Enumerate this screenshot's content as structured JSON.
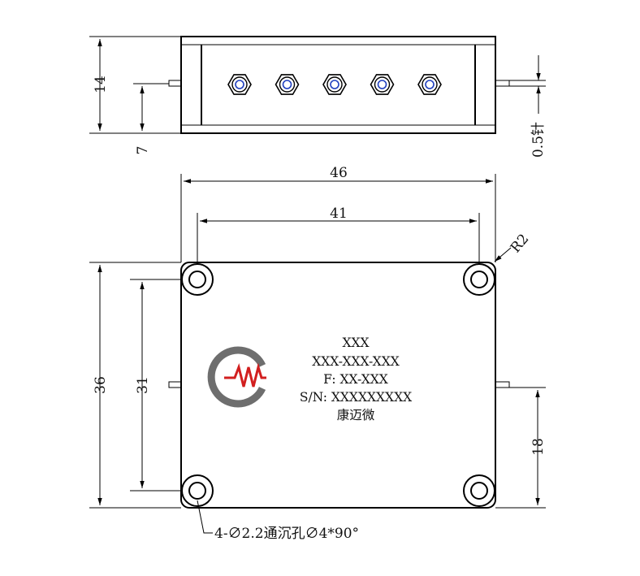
{
  "top_view": {
    "dims": {
      "height": "14",
      "pin_height": "7",
      "pin_dia": "0.5针"
    },
    "connector_count": 5
  },
  "front_view": {
    "dims": {
      "width": "46",
      "hole_spacing_x": "41",
      "height": "36",
      "hole_spacing_y": "31",
      "pin_offset": "18",
      "radius": "R2"
    },
    "label": {
      "line1": "XXX",
      "line2": "XXX-XXX-XXX",
      "line3": "F: XX-XXX",
      "line4": "S/N: XXXXXXXXX",
      "line5": "康迈微"
    },
    "hole_note": "4-∅2.2通沉孔∅4*90°"
  },
  "colors": {
    "logo_gray": "#6e6e6e",
    "logo_red": "#d21f1f",
    "stroke": "#000000"
  }
}
